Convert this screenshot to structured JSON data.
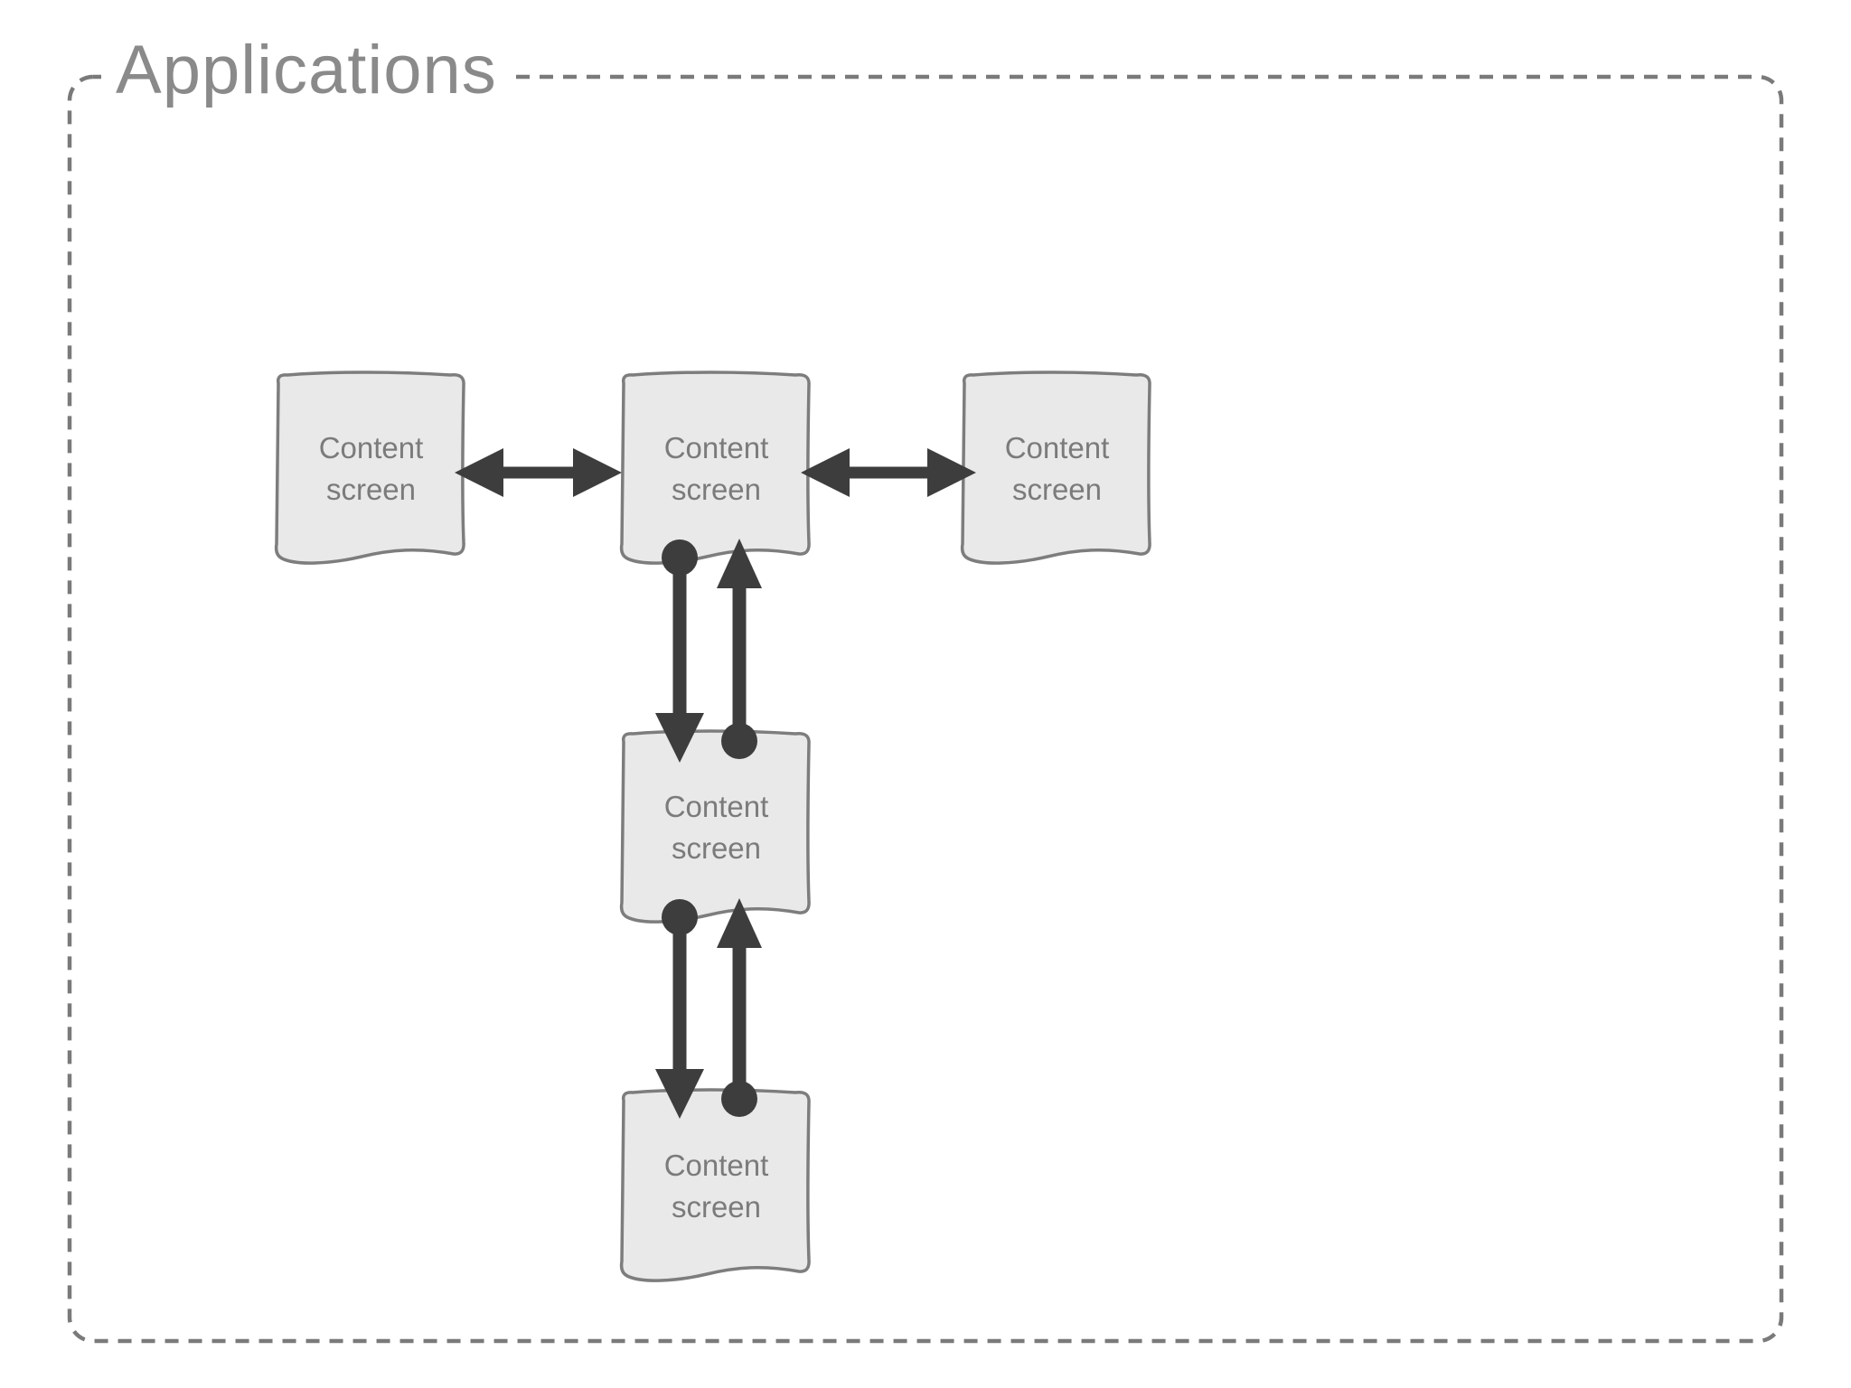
{
  "diagram": {
    "title": "Applications",
    "boxes": [
      {
        "id": "content-screen-1",
        "label": "Content\nscreen"
      },
      {
        "id": "content-screen-2",
        "label": "Content\nscreen"
      },
      {
        "id": "content-screen-3",
        "label": "Content\nscreen"
      },
      {
        "id": "content-screen-4",
        "label": "Content\nscreen"
      },
      {
        "id": "content-screen-5",
        "label": "Content\nscreen"
      }
    ],
    "connections": [
      {
        "from": "content-screen-1",
        "to": "content-screen-2",
        "orientation": "horizontal",
        "style": "double-headed-arrow"
      },
      {
        "from": "content-screen-2",
        "to": "content-screen-3",
        "orientation": "horizontal",
        "style": "double-headed-arrow"
      },
      {
        "from": "content-screen-2",
        "to": "content-screen-4",
        "orientation": "vertical",
        "style": "paired-one-way-arrows-with-origin-dots"
      },
      {
        "from": "content-screen-4",
        "to": "content-screen-5",
        "orientation": "vertical",
        "style": "paired-one-way-arrows-with-origin-dots"
      }
    ],
    "colors": {
      "background": "#ffffff",
      "frame_border": "#7a7a7a",
      "title_text": "#8a8a8a",
      "box_fill": "#e9e9e9",
      "box_border": "#7d7d7d",
      "box_text": "#7b7b7b",
      "arrow": "#3d3d3d"
    }
  }
}
